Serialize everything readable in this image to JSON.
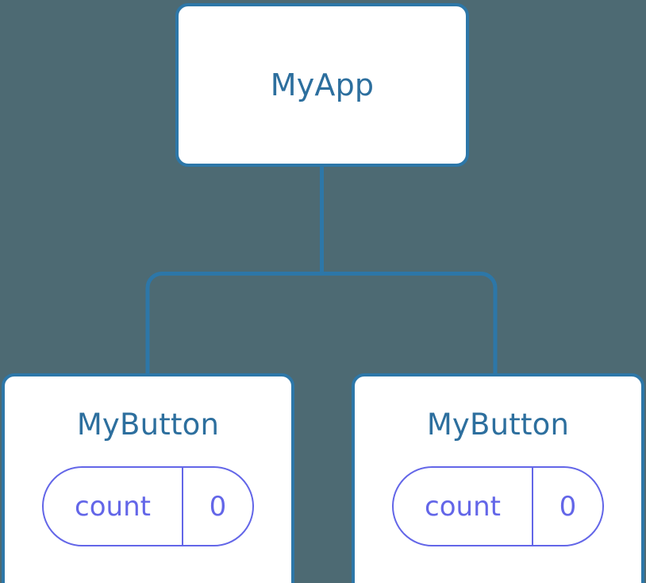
{
  "diagram": {
    "type": "component-tree",
    "background_color": "#4d6a73",
    "node_border_color": "#2d77a8",
    "node_background_color": "#ffffff",
    "node_label_color": "#2d6f9e",
    "state_pill_color": "#6366e8",
    "connector_color": "#2d77a8",
    "root": {
      "label": "MyApp"
    },
    "children": [
      {
        "label": "MyButton",
        "state": {
          "key": "count",
          "value": "0"
        }
      },
      {
        "label": "MyButton",
        "state": {
          "key": "count",
          "value": "0"
        }
      }
    ]
  }
}
